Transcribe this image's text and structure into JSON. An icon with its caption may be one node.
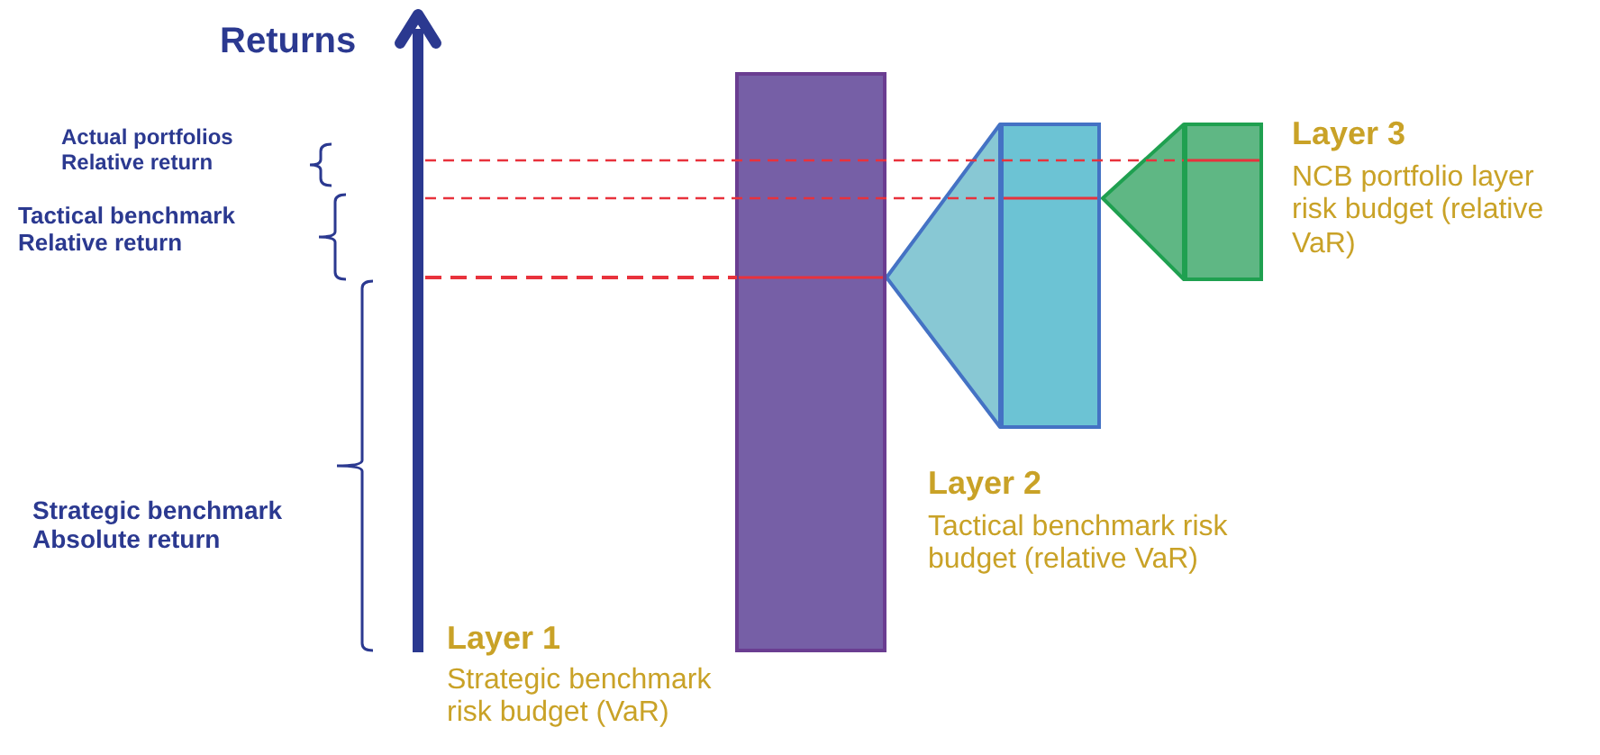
{
  "diagram": {
    "nodes": [
      {
        "text": [],
        "shape": "bar"
      },
      {
        "text": [],
        "shape": "triangle"
      },
      {
        "text": [],
        "shape": "bar"
      },
      {
        "text": [],
        "shape": "triangle"
      },
      {
        "text": [],
        "shape": "bar"
      }
    ],
    "labels": [
      "Returns",
      "Actual portfolios Relative return",
      "Tactical benchmark Relative return",
      "Strategic benchmark Absolute return",
      "Layer 1",
      "Strategic benchmark risk budget (VaR)",
      "Layer 2",
      "Tactical benchmark risk budget (relative VaR)",
      "Layer 3",
      "NCB portfolio layer risk budget (relative VaR)"
    ]
  }
}
